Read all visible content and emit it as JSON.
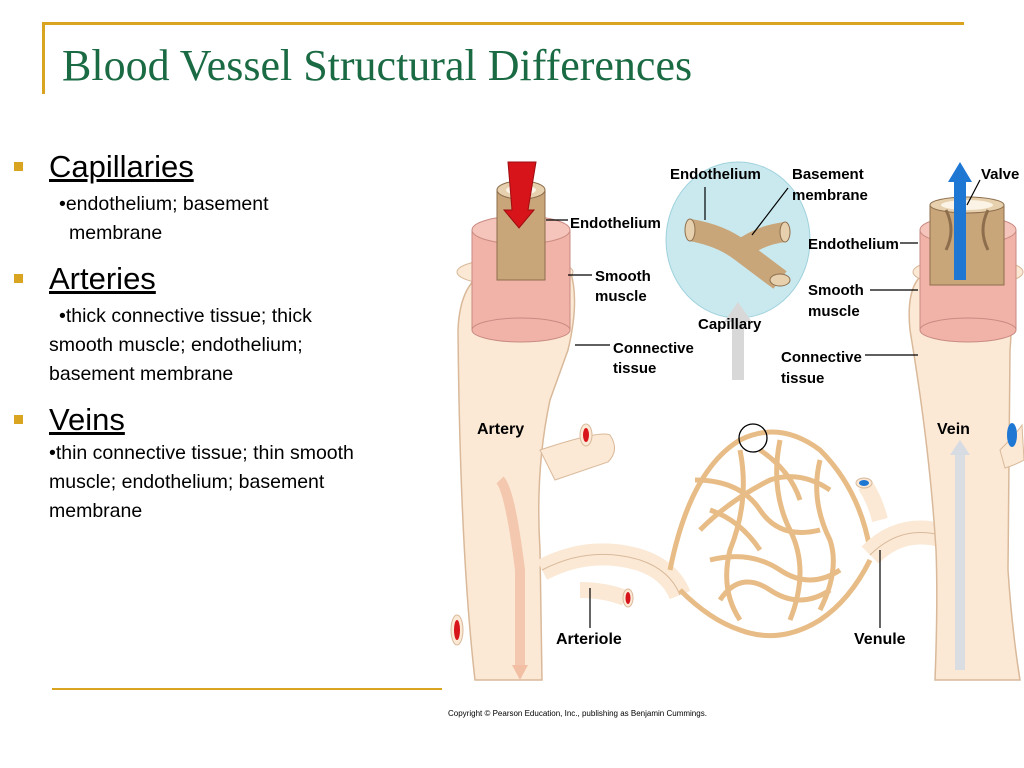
{
  "title": "Blood Vessel Structural Differences",
  "colors": {
    "accent": "#d9a521",
    "title": "#1a6b43",
    "artery_red": "#d7141a",
    "vein_blue": "#1f77d4"
  },
  "bullets": [
    {
      "heading": "Capillaries",
      "lines": [
        "•endothelium; basement",
        "membrane"
      ]
    },
    {
      "heading": "Arteries",
      "lines": [
        "•thick connective tissue; thick",
        "smooth muscle; endothelium;",
        "basement membrane"
      ]
    },
    {
      "heading": "Veins",
      "lines": [
        "•thin connective tissue; thin smooth",
        "muscle; endothelium; basement",
        "membrane"
      ]
    }
  ],
  "diagram": {
    "labels": {
      "endothelium_artery": "Endothelium",
      "smooth_muscle_artery_1": "Smooth",
      "smooth_muscle_artery_2": "muscle",
      "connective_artery_1": "Connective",
      "connective_artery_2": "tissue",
      "endothelium_capillary": "Endothelium",
      "basement_1": "Basement",
      "basement_2": "membrane",
      "capillary": "Capillary",
      "valve": "Valve",
      "endothelium_vein": "Endothelium",
      "smooth_muscle_vein_1": "Smooth",
      "smooth_muscle_vein_2": "muscle",
      "connective_vein_1": "Connective",
      "connective_vein_2": "tissue",
      "artery": "Artery",
      "vein": "Vein",
      "arteriole": "Arteriole",
      "venule": "Venule"
    }
  },
  "copyright": "Copyright © Pearson Education, Inc., publishing as Benjamin Cummings."
}
